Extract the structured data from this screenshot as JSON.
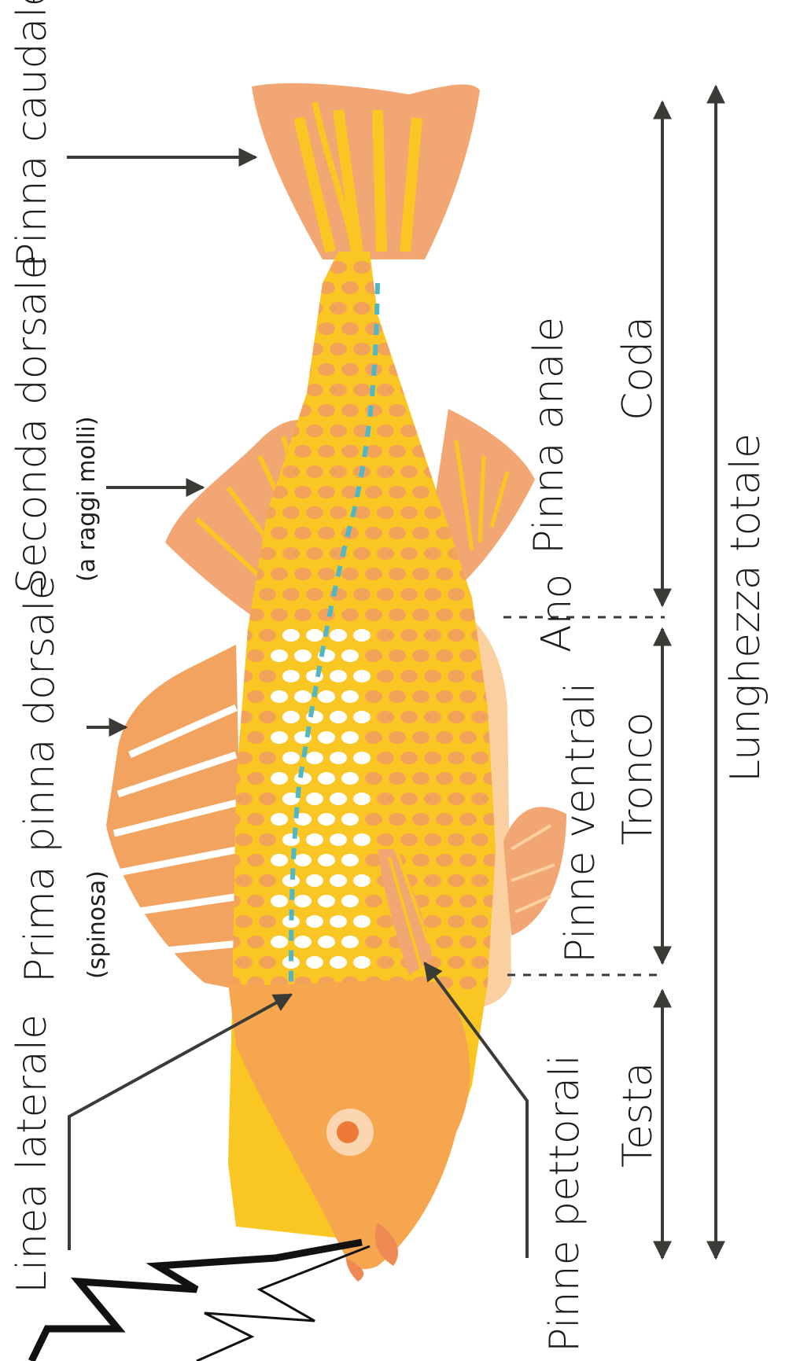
{
  "diagram": {
    "colors": {
      "ink": "#3a3a36",
      "body": "#f9c624",
      "scales": "#f3a259",
      "fin": "#f2a674",
      "head": "#f5a64e",
      "belly": "#fbd0a1",
      "lateral_line": "#4fb7c6",
      "eye_ring": "#fcd6b0",
      "eye": "#ee7a3a"
    },
    "labels": {
      "pinna_caudale": "Pinna caudale",
      "seconda_dorsale": "Seconda dorsale",
      "seconda_dorsale_note": "(a raggi molli)",
      "prima_dorsale": "Prima pinna dorsale",
      "prima_dorsale_note": "(spinosa)",
      "linea_laterale": "Linea laterale",
      "pinna_anale": "Pinna anale",
      "ano": "Ano",
      "pinne_ventrali": "Pinne ventrali",
      "pinne_pettorali": "Pinne pettorali",
      "coda": "Coda",
      "tronco": "Tronco",
      "testa": "Testa",
      "lunghezza_totale": "Lunghezza totale"
    }
  }
}
